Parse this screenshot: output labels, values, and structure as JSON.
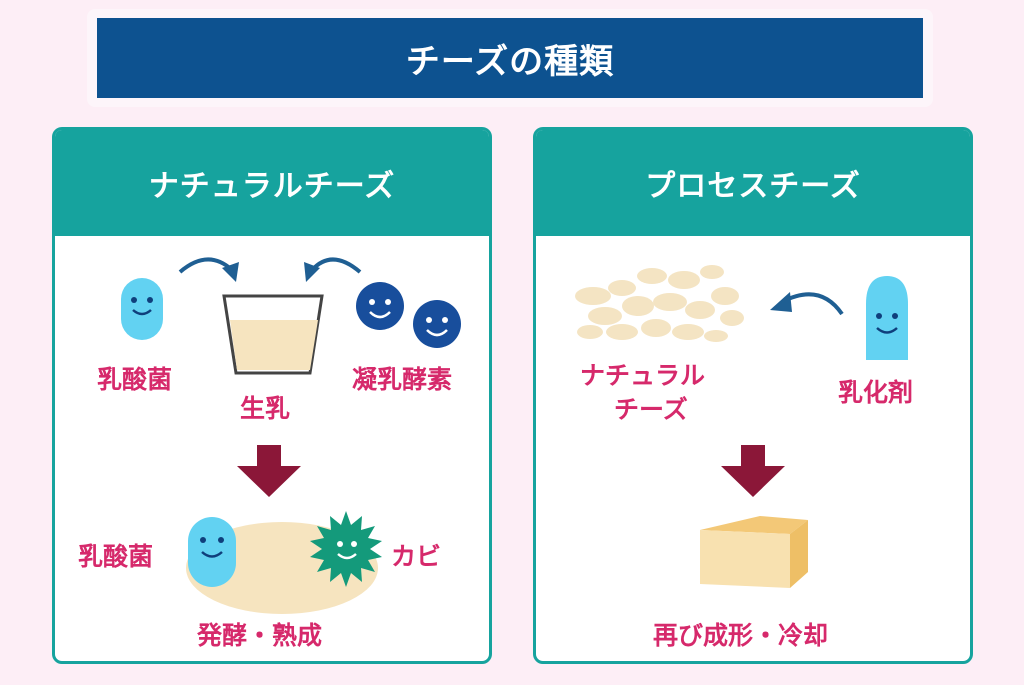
{
  "title": "チーズの種類",
  "natural": {
    "heading": "ナチュラルチーズ",
    "lactic_bacteria_top": "乳酸菌",
    "raw_milk": "生乳",
    "rennet": "凝乳酵素",
    "lactic_bacteria_bottom": "乳酸菌",
    "mold": "カビ",
    "process": "発酵・熟成"
  },
  "processed": {
    "heading": "プロセスチーズ",
    "natural_cheese_line1": "ナチュラル",
    "natural_cheese_line2": "チーズ",
    "emulsifier": "乳化剤",
    "process": "再び成形・冷却"
  },
  "colors": {
    "title_bg": "#0d5290",
    "panel": "#16a39e",
    "label": "#d6296b",
    "arrow_down": "#8b1738",
    "curve_arrow": "#1f5f93"
  }
}
